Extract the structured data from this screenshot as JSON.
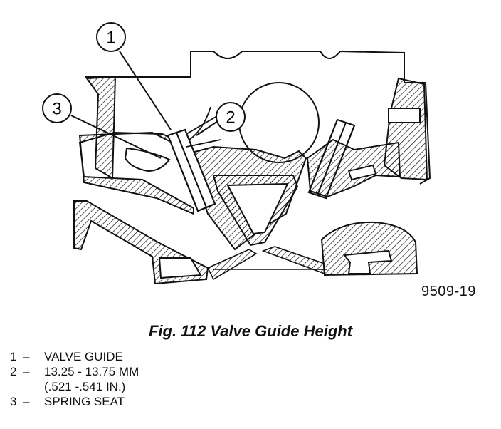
{
  "callouts": [
    {
      "number": "1",
      "label": "VALVE GUIDE"
    },
    {
      "number": "2",
      "label": "13.25 - 13.75 MM",
      "sublabel": "(.521 -.541 IN.)"
    },
    {
      "number": "3",
      "label": "SPRING SEAT"
    }
  ],
  "reference_code": "9509-19",
  "caption": "Fig. 112 Valve Guide Height",
  "legend_dash": "–"
}
